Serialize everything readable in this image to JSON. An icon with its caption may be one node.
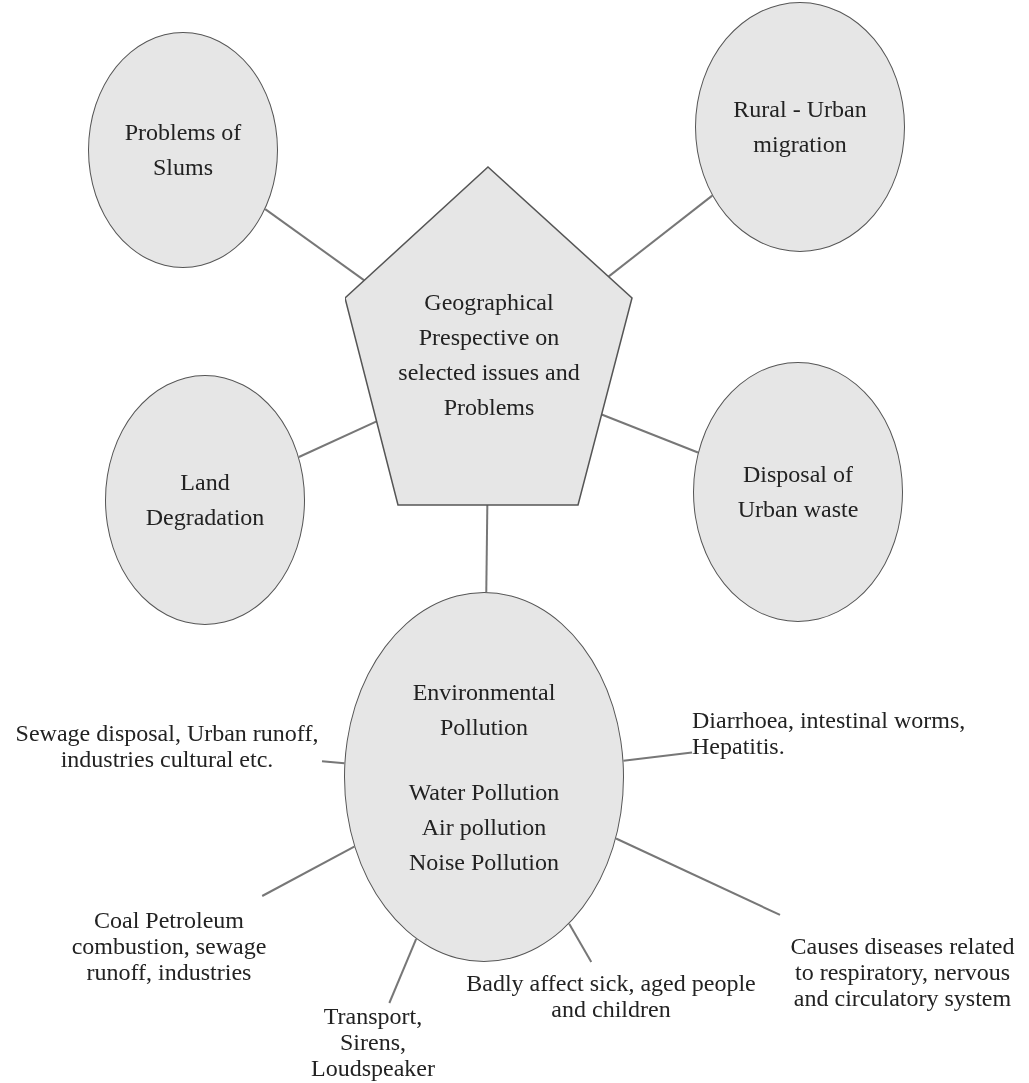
{
  "diagram": {
    "nodes": [
      {
        "text": [
          "Geographical Prespective on selected issues and Problems"
        ]
      },
      {
        "text": [
          "Problems of Slums"
        ]
      },
      {
        "text": [
          "Rural - Urban migration"
        ]
      },
      {
        "text": [
          "Land Degradation"
        ]
      },
      {
        "text": [
          "Disposal of Urban waste"
        ]
      },
      {
        "text": [
          "Environmental Pollution",
          "Water Pollution",
          "Air pollution",
          "Noise Pollution"
        ]
      },
      {
        "text": [
          "Sewage disposal, Urban runoff, industries cultural etc."
        ]
      },
      {
        "text": [
          "Diarrhoea, intestinal worms, Hepatitis."
        ]
      },
      {
        "text": [
          "Coal Petroleum combustion, sewage runoff, industries"
        ]
      },
      {
        "text": [
          "Transport, Sirens, Loudspeaker"
        ]
      },
      {
        "text": [
          "Badly affect sick, aged people and children"
        ]
      },
      {
        "text": [
          "Causes diseases related to respiratory, nervous and circulatory system"
        ]
      }
    ],
    "edges": [
      {
        "from": 0,
        "to": 1,
        "arrow": "none"
      },
      {
        "from": 0,
        "to": 2,
        "arrow": "none"
      },
      {
        "from": 0,
        "to": 3,
        "arrow": "none"
      },
      {
        "from": 0,
        "to": 4,
        "arrow": "none"
      },
      {
        "from": 0,
        "to": 5,
        "arrow": "none"
      },
      {
        "from": 5,
        "to": 6,
        "arrow": "none"
      },
      {
        "from": 5,
        "to": 7,
        "arrow": "none"
      },
      {
        "from": 5,
        "to": 8,
        "arrow": "none"
      },
      {
        "from": 5,
        "to": 9,
        "arrow": "none"
      },
      {
        "from": 5,
        "to": 10,
        "arrow": "none"
      },
      {
        "from": 5,
        "to": 11,
        "arrow": "none"
      }
    ]
  }
}
